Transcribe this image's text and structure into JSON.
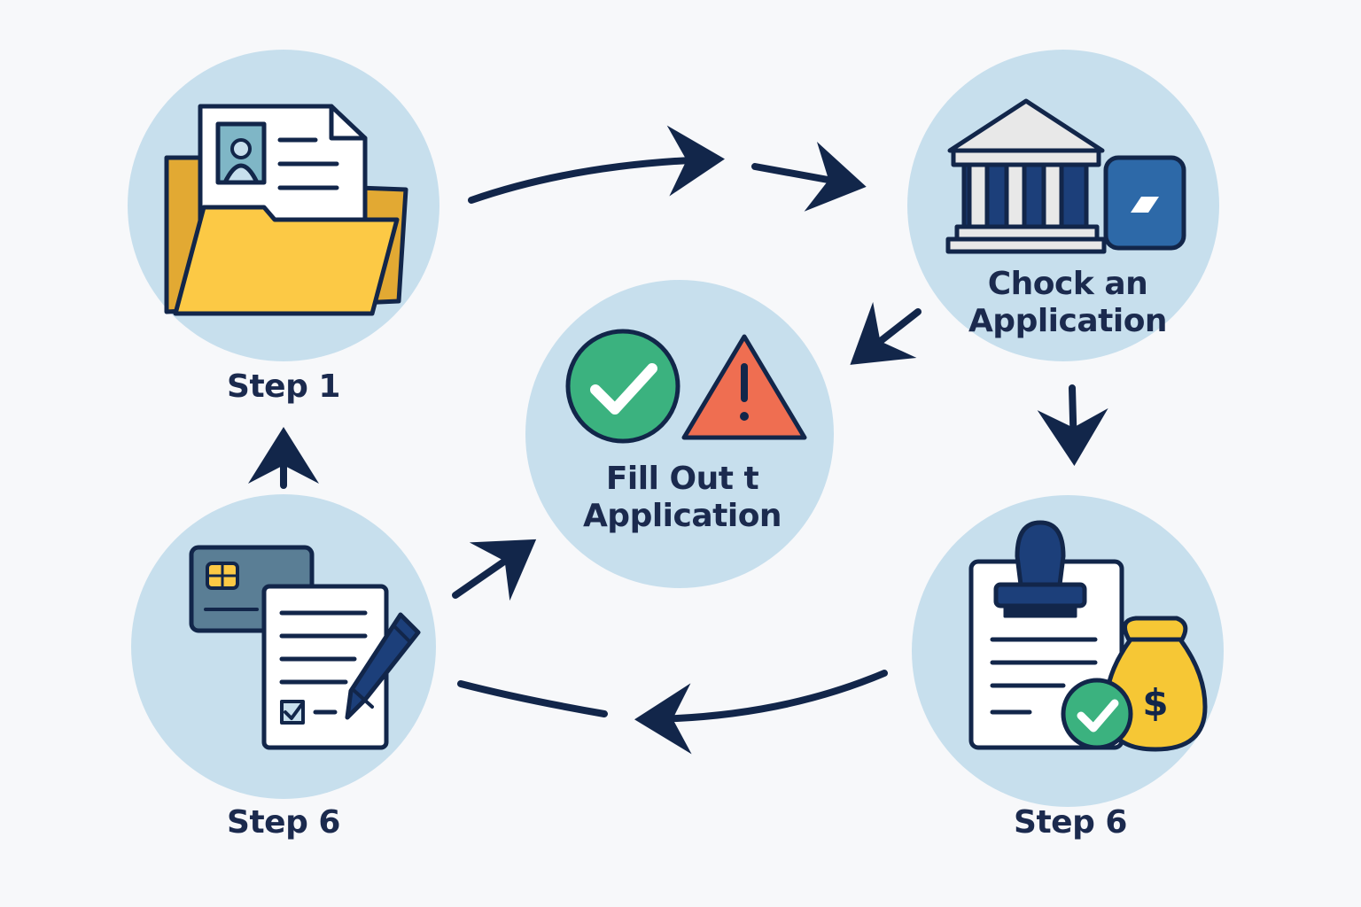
{
  "colors": {
    "background": "#f7f8fa",
    "circle": "#c7dfed",
    "ink": "#12264a",
    "navy": "#1c3f7a",
    "blue": "#2d69a8",
    "folder": "#fcc945",
    "folder_back": "#e2a933",
    "green": "#3bb27f",
    "warning": "#ef6e51",
    "gold": "#f6c735",
    "card": "#5a7e95",
    "photo": "#7fb6c6",
    "white": "#ffffff"
  },
  "nodes": {
    "top_left": {
      "label": "Step 1",
      "icon": "folder-documents-icon"
    },
    "top_right": {
      "label_line1": "Chock an",
      "label_line2": "Application",
      "icon": "bank-icon"
    },
    "center": {
      "label_line1": "Fill Out t",
      "label_line2": "Application",
      "icons": [
        "checkmark-circle-icon",
        "warning-icon"
      ]
    },
    "bottom_right": {
      "label": "Step 6",
      "icon": "approved-document-money-icon"
    },
    "bottom_left": {
      "label": "Step 6",
      "icon": "card-form-pen-icon"
    }
  },
  "arrows": [
    {
      "from": "top_left",
      "to": "top_right"
    },
    {
      "from": "top_right",
      "to": "center"
    },
    {
      "from": "top_right",
      "to": "bottom_right"
    },
    {
      "from": "bottom_right",
      "to": "bottom_left"
    },
    {
      "from": "bottom_left",
      "to": "center"
    },
    {
      "from": "bottom_left",
      "to": "top_left"
    }
  ]
}
